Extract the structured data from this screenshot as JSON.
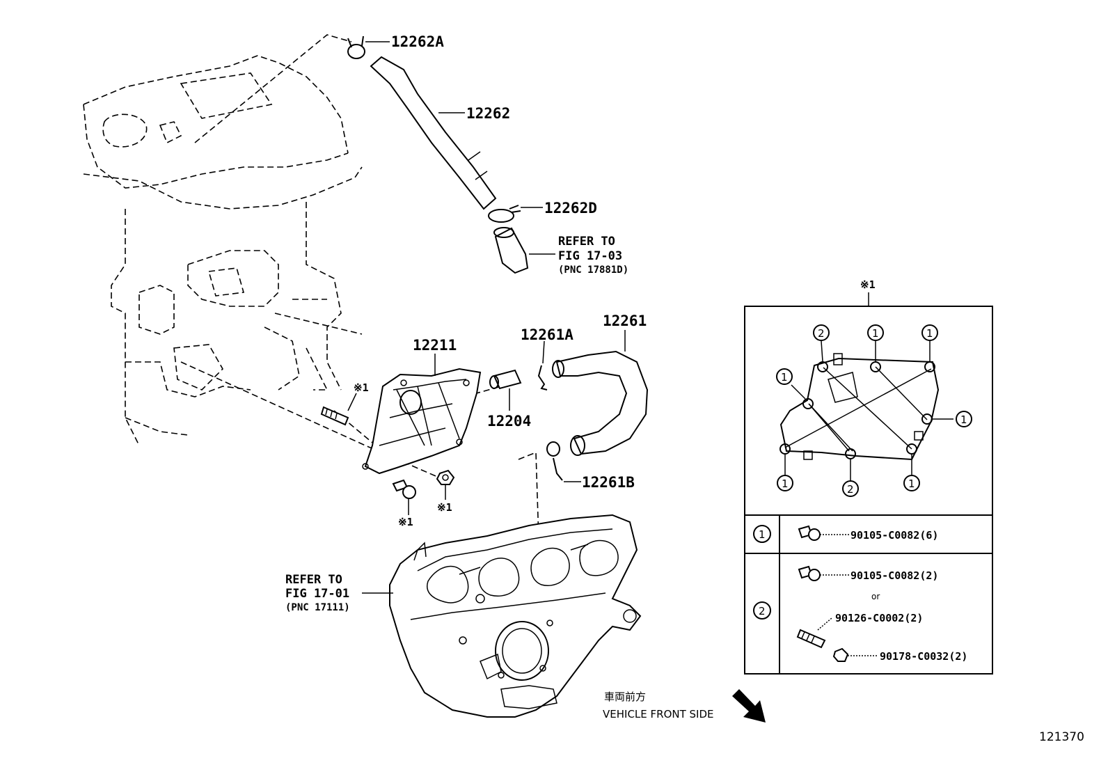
{
  "parts": {
    "p12262A": "12262A",
    "p12262": "12262",
    "p12262D": "12262D",
    "p12261": "12261",
    "p12261A": "12261A",
    "p12211": "12211",
    "p12204": "12204",
    "p12261B": "12261B"
  },
  "refs": {
    "ref_upper": {
      "line1": "REFER TO",
      "line2": "FIG 17-03",
      "line3": "(PNC 17881D)"
    },
    "ref_lower": {
      "line1": "REFER TO",
      "line2": "FIG 17-01",
      "line3": "(PNC 17111)"
    }
  },
  "marks": {
    "note1": "※1"
  },
  "detail": {
    "title": "※1",
    "circle_1": "1",
    "circle_2": "2",
    "rows": [
      {
        "key": "1",
        "items": [
          "90105-C0082(6)"
        ]
      },
      {
        "key": "2",
        "items": [
          "90105-C0082(2)",
          "or",
          "90126-C0002(2)",
          "90178-C0032(2)"
        ]
      }
    ]
  },
  "front": {
    "jp": "車両前方",
    "en": "VEHICLE FRONT SIDE"
  },
  "figure_number": "121370"
}
